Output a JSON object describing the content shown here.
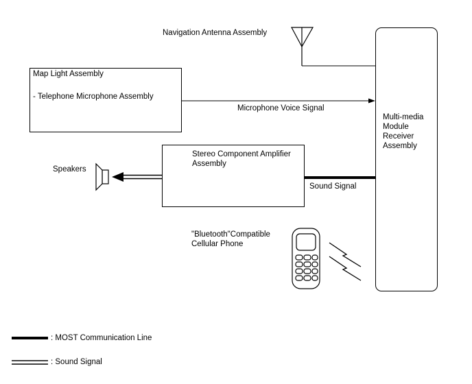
{
  "components": {
    "navigation_antenna": "Navigation Antenna Assembly",
    "map_light": {
      "title": "Map Light Assembly",
      "sub": "- Telephone Microphone Assembly"
    },
    "receiver": [
      "Multi-media",
      "Module",
      "Receiver",
      "Assembly"
    ],
    "amplifier": [
      "Stereo Component Amplifier",
      "Assembly"
    ],
    "speakers": "Speakers",
    "phone": [
      "\"Bluetooth\"Compatible",
      "Cellular Phone"
    ]
  },
  "signals": {
    "microphone_voice": "Microphone Voice Signal",
    "sound": "Sound Signal"
  },
  "legend": {
    "most_line": ": MOST Communication Line",
    "sound_signal": ": Sound Signal"
  }
}
